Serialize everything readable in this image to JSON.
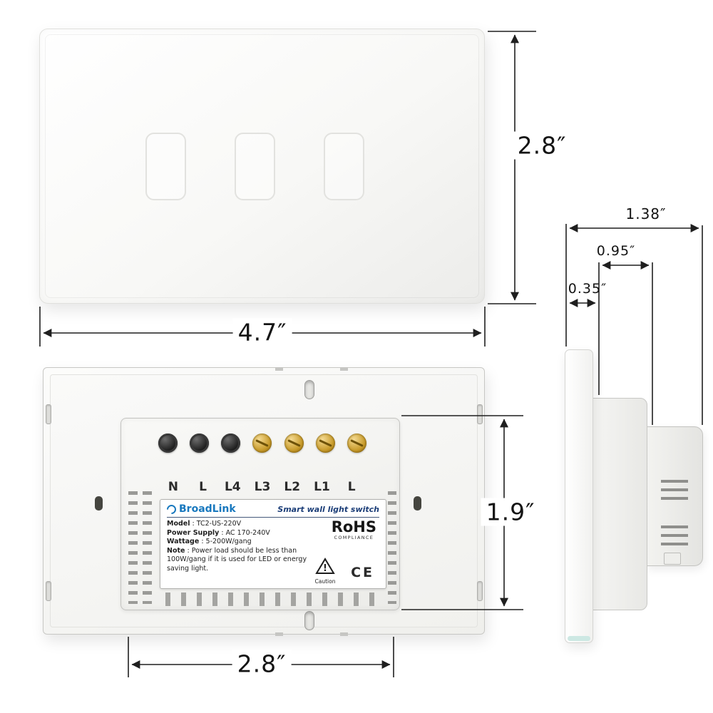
{
  "views": {
    "front": {
      "width_label": "4.7″",
      "height_label": "2.8″"
    },
    "back": {
      "width_label": "2.8″",
      "height_label": "1.9″"
    },
    "side": {
      "depth_total": "1.38″",
      "depth_module": "0.95″",
      "depth_plate": "0.35″"
    }
  },
  "back_panel": {
    "terminals": [
      "N",
      "L",
      "L4",
      "L3",
      "L2",
      "L1",
      "L"
    ],
    "sticker": {
      "brand": "BroadLink",
      "tagline": "Smart wall light switch",
      "specs": [
        {
          "key": "Model",
          "value": " : TC2-US-220V"
        },
        {
          "key": "Power Supply",
          "value": " : AC 170-240V"
        },
        {
          "key": "Wattage",
          "value": " : 5-200W/gang"
        },
        {
          "key": "Note",
          "value": " : Power load should be less than 100W/gang if it is used for LED or energy saving light."
        }
      ],
      "rohs": "RoHS",
      "rohs_sub": "COMPLIANCE",
      "ce_mark": "CE",
      "caution_label": "Caution",
      "caution_symbol": "!"
    }
  },
  "colors": {
    "brand_blue": "#1878be",
    "tagline_navy": "#1c3e78",
    "brass_terminal": "#c99c2c",
    "glass_edge_teal": "#cde8e3",
    "dimension_line": "#1f1f1f"
  }
}
